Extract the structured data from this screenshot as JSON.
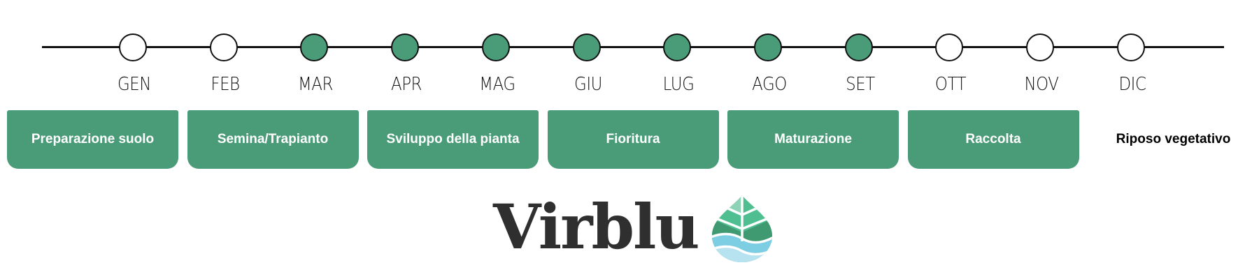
{
  "months": [
    {
      "label": "GEN",
      "active": false
    },
    {
      "label": "FEB",
      "active": false
    },
    {
      "label": "MAR",
      "active": true
    },
    {
      "label": "APR",
      "active": true
    },
    {
      "label": "MAG",
      "active": true
    },
    {
      "label": "GIU",
      "active": true
    },
    {
      "label": "LUG",
      "active": true
    },
    {
      "label": "AGO",
      "active": true
    },
    {
      "label": "SET",
      "active": true
    },
    {
      "label": "OTT",
      "active": false
    },
    {
      "label": "NOV",
      "active": false
    },
    {
      "label": "DIC",
      "active": false
    }
  ],
  "phases": [
    "Preparazione suolo",
    "Semina/Trapianto",
    "Sviluppo della pianta",
    "Fioritura",
    "Maturazione",
    "Raccolta"
  ],
  "rest_label": "Riposo vegetativo",
  "brand": {
    "name": "Virblu"
  },
  "colors": {
    "accent": "#4a9b78",
    "line": "#111111"
  }
}
